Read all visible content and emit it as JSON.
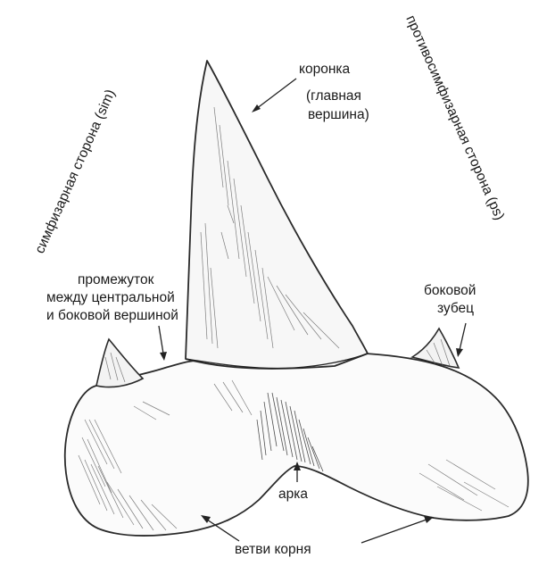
{
  "labels": {
    "symphyseal_side": "симфизарная сторона  (sim)",
    "parasymphyseal_side": "противосимфизарная сторона  (ps)",
    "crown_line1": "коронка",
    "crown_line2": "(главная",
    "crown_line3": "вершина)",
    "gap_line1": "промежуток",
    "gap_line2": "между центральной",
    "gap_line3": "и боковой вершиной",
    "cusplet_line1": "боковой",
    "cusplet_line2": "зубец",
    "arch": "арка",
    "root_lobes": "ветви корня"
  }
}
